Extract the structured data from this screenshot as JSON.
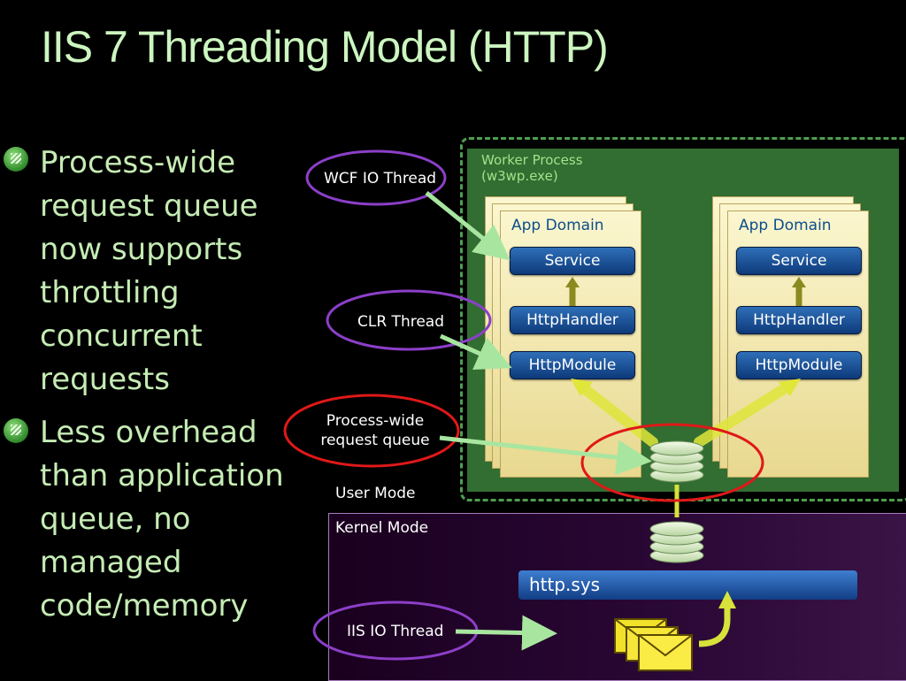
{
  "title": "IIS 7 Threading Model (HTTP)",
  "bullets": [
    "Process-wide request queue now supports throttling concurrent requests",
    "Less overhead than application queue, no managed code/memory"
  ],
  "worker_process": {
    "label": "Worker Process\n(w3wp.exe)"
  },
  "app_domains": [
    {
      "label": "App Domain",
      "service": "Service",
      "handler": "HttpHandler",
      "module": "HttpModule"
    },
    {
      "label": "App Domain",
      "service": "Service",
      "handler": "HttpHandler",
      "module": "HttpModule"
    }
  ],
  "callouts": {
    "wcf_io_thread": "WCF IO Thread",
    "clr_thread": "CLR Thread",
    "process_queue_line1": "Process-wide",
    "process_queue_line2": "request queue",
    "iis_io_thread": "IIS IO Thread"
  },
  "modes": {
    "user": "User Mode",
    "kernel": "Kernel Mode"
  },
  "http_sys": "http.sys",
  "colors": {
    "title": "#ccf5c0",
    "bullet_text": "#c5ecb4",
    "worker_bg": "#326d32",
    "callout_purple": "#8c3fc8",
    "callout_red": "#e01818"
  }
}
